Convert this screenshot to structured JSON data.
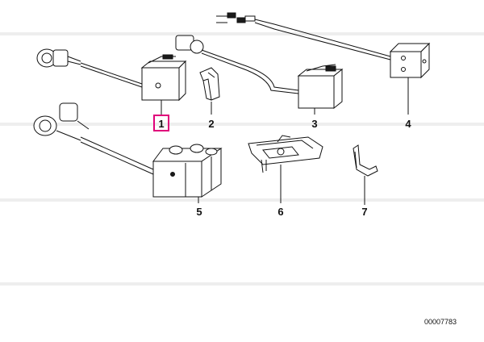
{
  "parts": [
    {
      "number": "1",
      "highlighted": true
    },
    {
      "number": "2",
      "highlighted": false
    },
    {
      "number": "3",
      "highlighted": false
    },
    {
      "number": "4",
      "highlighted": false
    },
    {
      "number": "5",
      "highlighted": false
    },
    {
      "number": "6",
      "highlighted": false
    },
    {
      "number": "7",
      "highlighted": false
    }
  ],
  "reference_code": "00007783",
  "colors": {
    "highlight": "#e0007a",
    "ink": "#111111",
    "watermark": "#eeeeee"
  }
}
